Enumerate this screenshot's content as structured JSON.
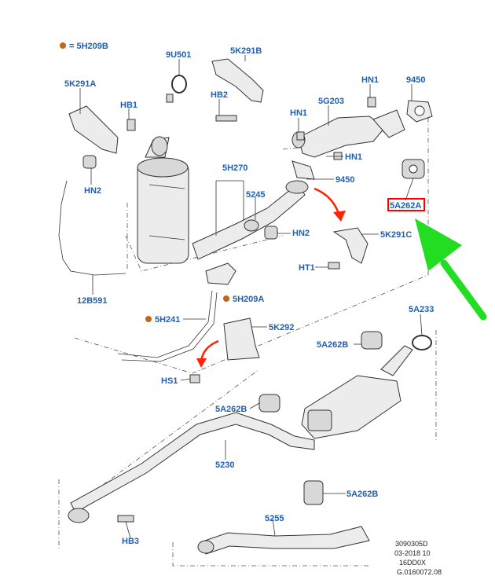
{
  "colors": {
    "label": "#1f5fb0",
    "dot": "#c0651a",
    "highlight": "#ff0000",
    "arrow_green": "#22dd22",
    "arrow_red": "#ff2200"
  },
  "legend": {
    "text": "= 5H209B"
  },
  "labels": {
    "l_9u501": "9U501",
    "l_5k291b": "5K291B",
    "l_5k291a": "5K291A",
    "l_hb1": "HB1",
    "l_hb2": "HB2",
    "l_hn1_top": "HN1",
    "l_9450_top": "9450",
    "l_5g203": "5G203",
    "l_hn1_mid": "HN1",
    "l_hn1_right": "HN1",
    "l_hn2_left": "HN2",
    "l_5h270": "5H270",
    "l_5245": "5245",
    "l_9450_mid": "9450",
    "l_5a262a": "5A262A",
    "l_hn2_mid": "HN2",
    "l_5k291c": "5K291C",
    "l_ht1": "HT1",
    "l_12b591": "12B591",
    "l_5h209a": "5H209A",
    "l_5h241": "5H241",
    "l_5k292": "5K292",
    "l_5a233": "5A233",
    "l_5a262b_1": "5A262B",
    "l_hs1": "HS1",
    "l_5a262b_2": "5A262B",
    "l_5230": "5230",
    "l_5a262b_3": "5A262B",
    "l_5255": "5255",
    "l_hb3": "HB3"
  },
  "reference": {
    "line1": "3090305D",
    "line2": "03-2018 10",
    "line3": "16DD0X",
    "line4": "G.0160072.08"
  }
}
